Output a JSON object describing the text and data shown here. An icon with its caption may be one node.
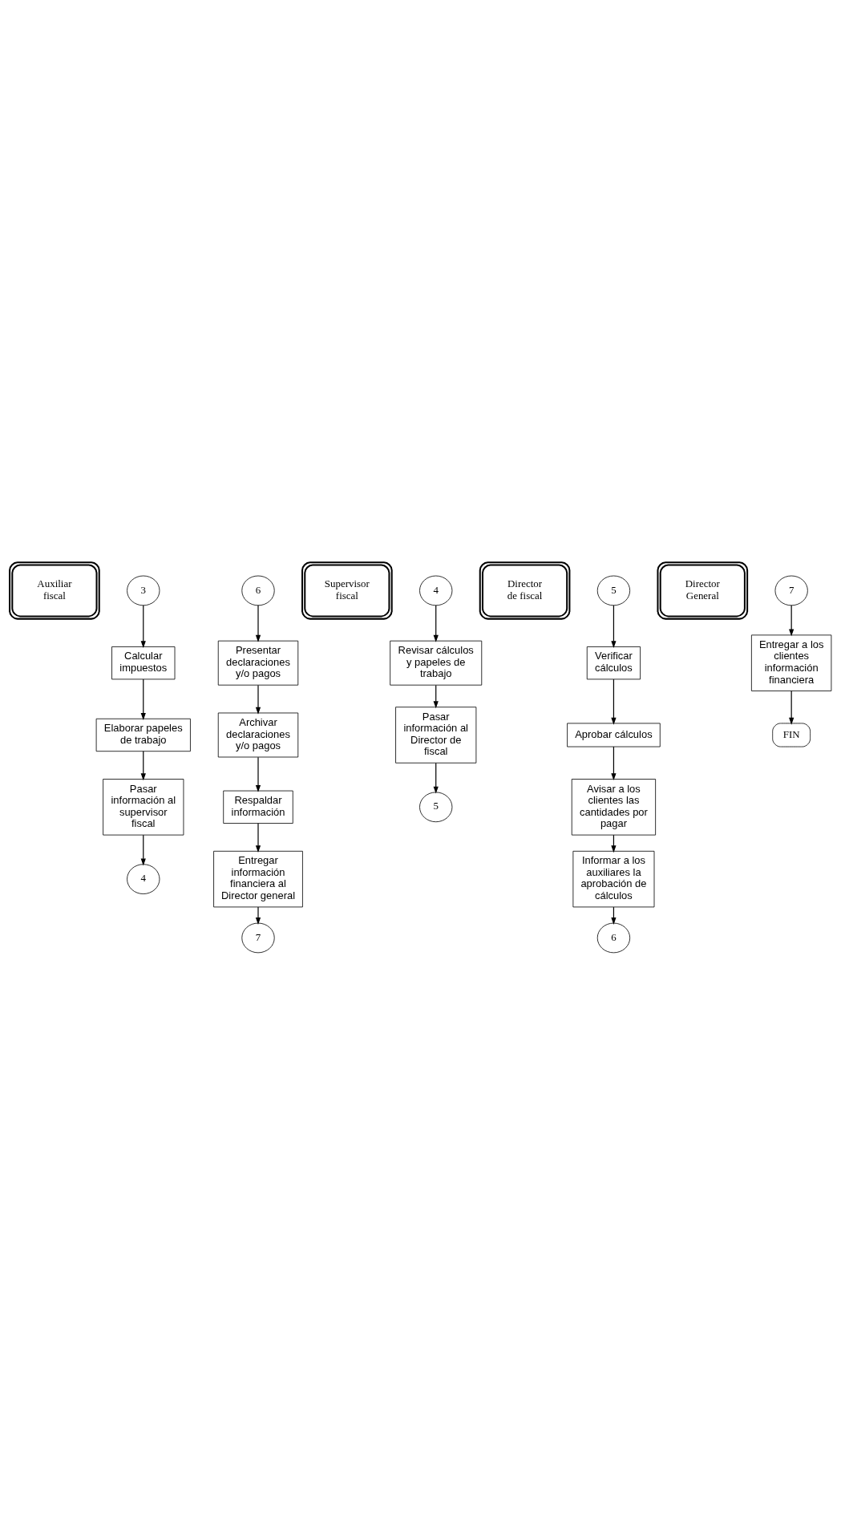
{
  "diagram": {
    "nodes": [
      {
        "text": [
          "Auxiliar fiscal"
        ]
      },
      {
        "text": [
          "3"
        ]
      },
      {
        "text": [
          "Calcular impuestos"
        ]
      },
      {
        "text": [
          "Elaborar papeles de trabajo"
        ]
      },
      {
        "text": [
          "Pasar información al supervisor fiscal"
        ]
      },
      {
        "text": [
          "4"
        ]
      },
      {
        "text": [
          "6"
        ]
      },
      {
        "text": [
          "Presentar declaraciones y/o pagos"
        ]
      },
      {
        "text": [
          "Archivar declaraciones y/o pagos"
        ]
      },
      {
        "text": [
          "Respaldar información"
        ]
      },
      {
        "text": [
          "Entregar información financiera al Director general"
        ]
      },
      {
        "text": [
          "7"
        ]
      },
      {
        "text": [
          "Supervisor fiscal"
        ]
      },
      {
        "text": [
          "4"
        ]
      },
      {
        "text": [
          "Revisar cálculos y papeles de trabajo"
        ]
      },
      {
        "text": [
          "Pasar información al Director de fiscal"
        ]
      },
      {
        "text": [
          "5"
        ]
      },
      {
        "text": [
          "Director de fiscal"
        ]
      },
      {
        "text": [
          "5"
        ]
      },
      {
        "text": [
          "Verificar cálculos"
        ]
      },
      {
        "text": [
          "Aprobar cálculos"
        ]
      },
      {
        "text": [
          "Avisar a los clientes las cantidades por pagar"
        ]
      },
      {
        "text": [
          "Informar a los auxiliares la aprobación de cálculos"
        ]
      },
      {
        "text": [
          "6"
        ]
      },
      {
        "text": [
          "Director General"
        ]
      },
      {
        "text": [
          "7"
        ]
      },
      {
        "text": [
          "Entregar a los clientes información financiera"
        ]
      },
      {
        "text": [
          "FIN"
        ]
      }
    ],
    "edges": [
      {
        "from": 1,
        "to": 2,
        "arrow": "to"
      },
      {
        "from": 2,
        "to": 3,
        "arrow": "to"
      },
      {
        "from": 3,
        "to": 4,
        "arrow": "to"
      },
      {
        "from": 4,
        "to": 5,
        "arrow": "to"
      },
      {
        "from": 6,
        "to": 7,
        "arrow": "to"
      },
      {
        "from": 7,
        "to": 8,
        "arrow": "to"
      },
      {
        "from": 8,
        "to": 9,
        "arrow": "to"
      },
      {
        "from": 9,
        "to": 10,
        "arrow": "to"
      },
      {
        "from": 10,
        "to": 11,
        "arrow": "to"
      },
      {
        "from": 13,
        "to": 14,
        "arrow": "to"
      },
      {
        "from": 14,
        "to": 15,
        "arrow": "to"
      },
      {
        "from": 15,
        "to": 16,
        "arrow": "to"
      },
      {
        "from": 18,
        "to": 19,
        "arrow": "to"
      },
      {
        "from": 19,
        "to": 20,
        "arrow": "to"
      },
      {
        "from": 20,
        "to": 21,
        "arrow": "to"
      },
      {
        "from": 21,
        "to": 22,
        "arrow": "to"
      },
      {
        "from": 22,
        "to": 23,
        "arrow": "to"
      },
      {
        "from": 25,
        "to": 26,
        "arrow": "to"
      },
      {
        "from": 26,
        "to": 27,
        "arrow": "to"
      }
    ]
  }
}
